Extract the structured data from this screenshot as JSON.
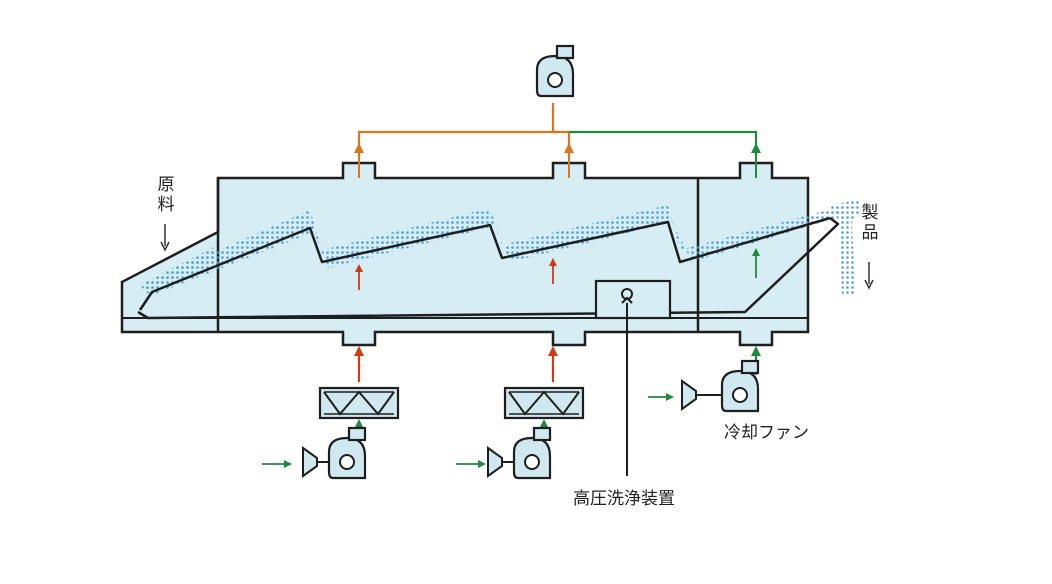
{
  "labels": {
    "raw_material": "原料",
    "product": "製品",
    "cooling_fan": "冷却ファン",
    "high_pressure_washer": "高圧洗浄装置"
  },
  "colors": {
    "chamber_fill": "#d6edf3",
    "outline": "#1e1e1e",
    "conveyor_dots": "#4aa0d8",
    "hot_air": "#d23a14",
    "exhaust": "#e0741c",
    "cool_air": "#1f8a3b",
    "fan_fill": "#d0e9f0"
  },
  "icons": {
    "fan": "centrifugal-fan-icon",
    "heater": "heat-exchanger-icon",
    "washer": "nozzle-icon"
  }
}
